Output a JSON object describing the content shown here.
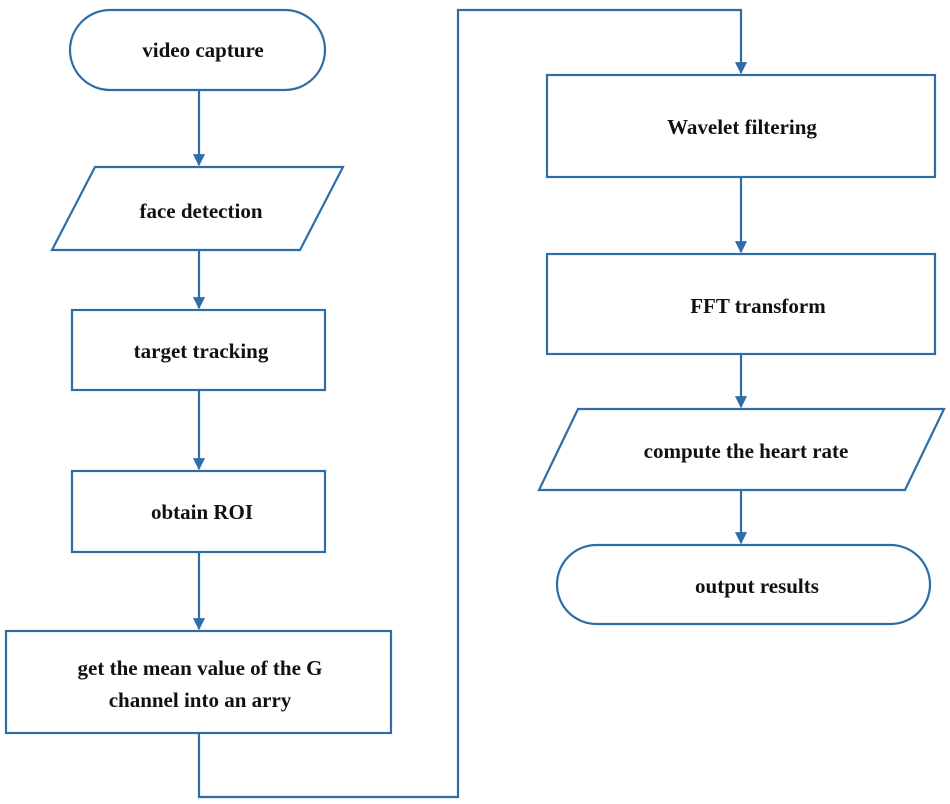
{
  "diagram": {
    "type": "flowchart",
    "line_color": "#2e6da8",
    "nodes": {
      "video_capture": "video capture",
      "face_detection": "face detection",
      "target_tracking": "target tracking",
      "obtain_roi": "obtain ROI",
      "mean_value_line1": "get the mean value of the G",
      "mean_value_line2": "channel into an arry",
      "wavelet_filtering": "Wavelet filtering",
      "fft_transform": "FFT transform",
      "compute_heart_rate": "compute the heart rate",
      "output_results": "output results"
    },
    "edges": [
      [
        "video capture",
        "face detection"
      ],
      [
        "face detection",
        "target tracking"
      ],
      [
        "target tracking",
        "obtain ROI"
      ],
      [
        "obtain ROI",
        "get the mean value of the G channel into an arry"
      ],
      [
        "get the mean value of the G channel into an arry",
        "Wavelet filtering"
      ],
      [
        "Wavelet filtering",
        "FFT transform"
      ],
      [
        "FFT transform",
        "compute the heart rate"
      ],
      [
        "compute the heart rate",
        "output results"
      ]
    ]
  }
}
